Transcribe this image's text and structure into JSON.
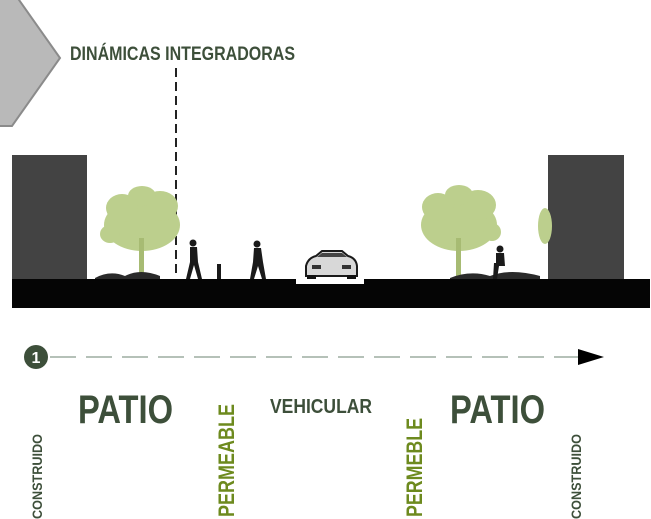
{
  "header": {
    "title": "DINÁMICAS INTEGRADORAS"
  },
  "axis": {
    "marker": "1"
  },
  "zones": {
    "left_construido": "CONSTRUIDO",
    "left_patio": "PATIO",
    "left_permeable": "PERMEABLE",
    "vehicular": "VEHICULAR",
    "right_permeable": "PERMEBLE",
    "right_patio": "PATIO",
    "right_construido": "CONSTRUIDO"
  },
  "colors": {
    "dark_green": "#3d4f3a",
    "olive": "#6d8a1e",
    "tree": "#bccf8d",
    "building": "#434343",
    "ground": "#050505",
    "axis_line": "#b5c1b8",
    "arrow_tab": "#b9b9b9"
  },
  "icons": [
    "chevron-tab-icon",
    "tree-icon",
    "pedestrian-icon",
    "car-icon",
    "seated-person-icon",
    "bollard-icon",
    "arrow-right-icon"
  ]
}
